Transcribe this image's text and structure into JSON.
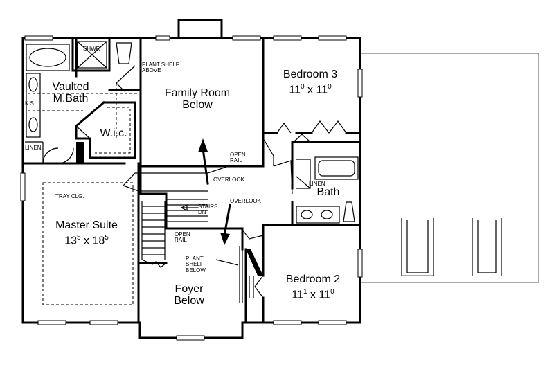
{
  "rooms": {
    "family_room": {
      "line1": "Family Room",
      "line2": "Below"
    },
    "bedroom3": {
      "name": "Bedroom 3",
      "w": "11",
      "w_sup": "0",
      "x": "x",
      "h": "11",
      "h_sup": "0"
    },
    "vaulted_bath": {
      "line1": "Vaulted",
      "line2": "M.Bath"
    },
    "wic": {
      "name": "W.i.c."
    },
    "master_suite": {
      "name": "Master Suite",
      "w": "13",
      "w_sup": "5",
      "x": "x",
      "h": "18",
      "h_sup": "5"
    },
    "bath": {
      "name": "Bath"
    },
    "foyer": {
      "line1": "Foyer",
      "line2": "Below"
    },
    "bedroom2": {
      "name": "Bedroom 2",
      "w": "11",
      "w_sup": "1",
      "x": "x",
      "h": "11",
      "h_sup": "0"
    }
  },
  "notes": {
    "shwr": "SHWR",
    "plant_shelf_above": {
      "line1": "PLANT SHELF",
      "line2": "ABOVE"
    },
    "ks": "K.S.",
    "linen_left": "LINEN",
    "open_rail_top": {
      "line1": "OPEN",
      "line2": "RAIL"
    },
    "overlook_top": "OVERLOOK",
    "linen_bath": "LINEN",
    "tray_clg": "TRAY CLG.",
    "stairs_dn": {
      "line1": "STAIRS",
      "line2": "DN"
    },
    "overlook_mid": "OVERLOOK",
    "open_rail_mid": {
      "line1": "OPEN",
      "line2": "RAIL"
    },
    "plant_shelf_below": {
      "line1": "PLANT",
      "line2": "SHELF",
      "line3": "BELOW"
    }
  }
}
